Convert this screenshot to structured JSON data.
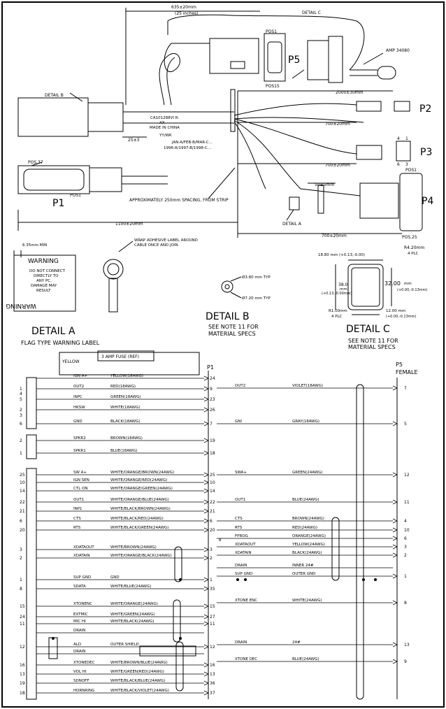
{
  "top": {
    "dim_635": "635±20mm",
    "dim_25in": "(25 inches)",
    "detail_c_ref": "DETAIL C",
    "amp": "AMP 34080",
    "pos1_top": "POS1",
    "pos15": "POS15",
    "p5": "P5",
    "detail_b_ref": "DETAIL B",
    "dim_2000": "2000±30mm",
    "p2": "P2",
    "label_line1": "CA101288VI R.",
    "label_line2": "XX",
    "label_line3": "MADE IN CHINA",
    "dim_25": "25±3",
    "yywk": "YY/WK",
    "months": "JAN-A/FEB-B/MAR-C...",
    "years": "1996-A/1997-B/1998-C...",
    "dim_700_1": "700±20mm",
    "p3": "P3",
    "pin_4": "4",
    "pin_1": "1",
    "pin_6": "6",
    "pin_3": "3",
    "dim_700_2": "700±20mm",
    "pos1_p4": "POS1",
    "pos37": "POS.37",
    "pos1_p1": "POS1",
    "p1": "P1",
    "dim_50": "50±5mm",
    "p4": "P4",
    "spacing_note": "APPROXIMATELY 250mm SPACING, FROM STRIP",
    "detail_a_ref": "DETAIL A",
    "pos25": "POS.25",
    "dim_1100": "1100±20mm",
    "dim_700_3": "700±20mm"
  },
  "detail_a": {
    "dim_625": "6.35mm MIN",
    "warn_title": "WARNING",
    "warn_lines": [
      "DO NOT CONNECT",
      "DIRECTLY TO",
      "ANY PC.",
      "DAMAGE MAY",
      "RESULT"
    ],
    "warn_bottom": "WARNING",
    "wrap_note_1": "WRAP ADHESIVE LABEL AROUND",
    "wrap_note_2": "CABLE ONCE AND JOIN",
    "title": "DETAIL A",
    "subtitle": "FLAG TYPE WARNING LABEL"
  },
  "detail_b": {
    "d380": "Ø3.80 mm TYP",
    "d720": "Ø7.20 mm TYP",
    "title": "DETAIL B",
    "note1": "SEE NOTE 11 FOR",
    "note2": "MATERIAL SPECS"
  },
  "detail_c": {
    "d1880": "18.80 mm (+0.13,-0.00)",
    "r420": "R4.20mm",
    "plc1": "4 PLC",
    "d380": "38.0",
    "d380b": "mm",
    "d380c": "(+0.13,-0.00mm)",
    "d3200": "32.00",
    "d3200b": "mm",
    "d3200c": "(+0.00,-0.13mm)",
    "r100": "R1.00mm",
    "plc2": "4 PLC",
    "d1200": "12.00 mm",
    "d1200b": "(+0.00,-0.13mm)",
    "title": "DETAIL C",
    "note1": "SEE NOTE 11 FOR",
    "note2": "MATERIAL SPECS"
  },
  "schematic": {
    "yellow_tag": "YELLOW",
    "fuse": "3 AMP FUSE (REF)",
    "p1_title": "P1",
    "p5_title": "P5",
    "p5_sub": "FEMALE",
    "left_rows": [
      {
        "pin": "",
        "name": "IGN A+",
        "wire": "YELLOW(18AWG)",
        "p1": "24"
      },
      {
        "pin": "1",
        "name": "OUT2",
        "wire": "RED(18AWG)",
        "p1": "9"
      },
      {
        "pin": "4",
        "name": "",
        "wire": "",
        "p1": ""
      },
      {
        "pin": "5",
        "name": "INPC",
        "wire": "GREEN(18AWG)",
        "p1": "23"
      },
      {
        "pin": "2",
        "name": "HKSW",
        "wire": "WHITE(18AWG)",
        "p1": "26"
      },
      {
        "pin": "3",
        "name": "",
        "wire": "",
        "p1": ""
      },
      {
        "pin": "6",
        "name": "GND",
        "wire": "BLACK(18AWG)",
        "p1": "7"
      },
      {
        "pin": "2",
        "name": "SPKR2",
        "wire": "BROWN(18AWG)",
        "p1": "19"
      },
      {
        "pin": "1",
        "name": "SPKR1",
        "wire": "BLUE(18AWG)",
        "p1": "18"
      },
      {
        "pin": "25",
        "name": "SW A+",
        "wire": "WHITE/ORANGE/BROWN(24AWG)",
        "p1": "25"
      },
      {
        "pin": "10",
        "name": "IGN SEN",
        "wire": "WHITE/ORANGE/RED(24AWG)",
        "p1": "10"
      },
      {
        "pin": "14",
        "name": "CTL ON",
        "wire": "WHITE/ORANGE/GREEN(24AWG)",
        "p1": "14"
      },
      {
        "pin": "22",
        "name": "OUT1",
        "wire": "WHITE/ORANGE/BLUE(24AWG)",
        "p1": "22"
      },
      {
        "pin": "21",
        "name": "INP1",
        "wire": "WHITE/BLACK/BROWN(24AWG)",
        "p1": "21"
      },
      {
        "pin": "6",
        "name": "CTS",
        "wire": "WHITE/BLACK/RED(24AWG)",
        "p1": "6"
      },
      {
        "pin": "20",
        "name": "RTS",
        "wire": "WHITE/BLACK/GREEN(24AWG)",
        "p1": "20"
      },
      {
        "pin": "3",
        "name": "XDATAOUT",
        "wire": "WHITE/BROWN(24AWG)",
        "p1": "3"
      },
      {
        "pin": "2",
        "name": "XDATAIN",
        "wire": "WHITE/ORANGE/BLACK(24AWG)",
        "p1": "2"
      },
      {
        "pin": "1",
        "name": "SUP GND",
        "wire": "GND",
        "p1": "1"
      },
      {
        "pin": "8",
        "name": "SDATA",
        "wire": "WHITE/BLUE(24AWG)",
        "p1": "35"
      },
      {
        "pin": "15",
        "name": "XTONENC",
        "wire": "WHITE/ORANGE(24AWG)",
        "p1": "15"
      },
      {
        "pin": "24",
        "name": "EXTMIC",
        "wire": "WHITE/GREEN(24AWG)",
        "p1": "27"
      },
      {
        "pin": "11",
        "name": "MIC HI",
        "wire": "WHITE/BLACK(24AWG)",
        "p1": "11"
      },
      {
        "pin": "",
        "name": "DRAIN",
        "wire": "",
        "p1": ""
      },
      {
        "pin": "12",
        "name": "ALD",
        "wire": "OUTER SHIELD",
        "p1": "12"
      },
      {
        "pin": "",
        "name": "DRAIN",
        "wire": "",
        "p1": ""
      },
      {
        "pin": "16",
        "name": "XTONEDEC",
        "wire": "WHITE/BROWN/BLUE(24AWG)",
        "p1": "16"
      },
      {
        "pin": "13",
        "name": "VOL HI",
        "wire": "WHITE/GREEN/RED(24AWG)",
        "p1": "13"
      },
      {
        "pin": "19",
        "name": "SDNOFF",
        "wire": "WHITE/BLACK/BLUE(24AWG)",
        "p1": "36"
      },
      {
        "pin": "18",
        "name": "HORNRING",
        "wire": "WHITE/BLACK/VIOLET(24AWG)",
        "p1": "37"
      }
    ],
    "right_rows": [
      {
        "name": "OUT2",
        "wire": "VIOLET(18AWG)",
        "p5": "7"
      },
      {
        "name": "GNI",
        "wire": "GRAY(18AWG)",
        "p5": "5"
      },
      {
        "name": "SWA+",
        "wire": "GREEN(24AWG)",
        "p5": "12"
      },
      {
        "name": "OUT1",
        "wire": "BLUE(24AWG)",
        "p5": "11"
      },
      {
        "name": "CTS",
        "wire": "BROWN(24AWG)",
        "p5": "4"
      },
      {
        "name": "RTS",
        "wire": "RED(24AWG)",
        "p5": "10"
      },
      {
        "name": "FPROG",
        "wire": "ORANGE(24AWG)",
        "p5": "6"
      },
      {
        "name": "XDATAOUT",
        "wire": "YELLOW(24AWG)",
        "p5": "3"
      },
      {
        "name": "XDATAIN",
        "wire": "BLACK(24AWG)",
        "p5": "2"
      },
      {
        "name": "DRAIN",
        "wire": "INNER 24#",
        "p5": ""
      },
      {
        "name": "SUP GND",
        "wire": "OUTER GND",
        "p5": "1"
      },
      {
        "name": "XTONE ENC",
        "wire": "WHITE(24AWG)",
        "p5": "8"
      },
      {
        "name": "DRAIN",
        "wire": "24#",
        "p5": "13"
      },
      {
        "name": "XTONE DEC",
        "wire": "BLUE(24AWG)",
        "p5": "9"
      }
    ],
    "p5_extra_8": "8"
  }
}
